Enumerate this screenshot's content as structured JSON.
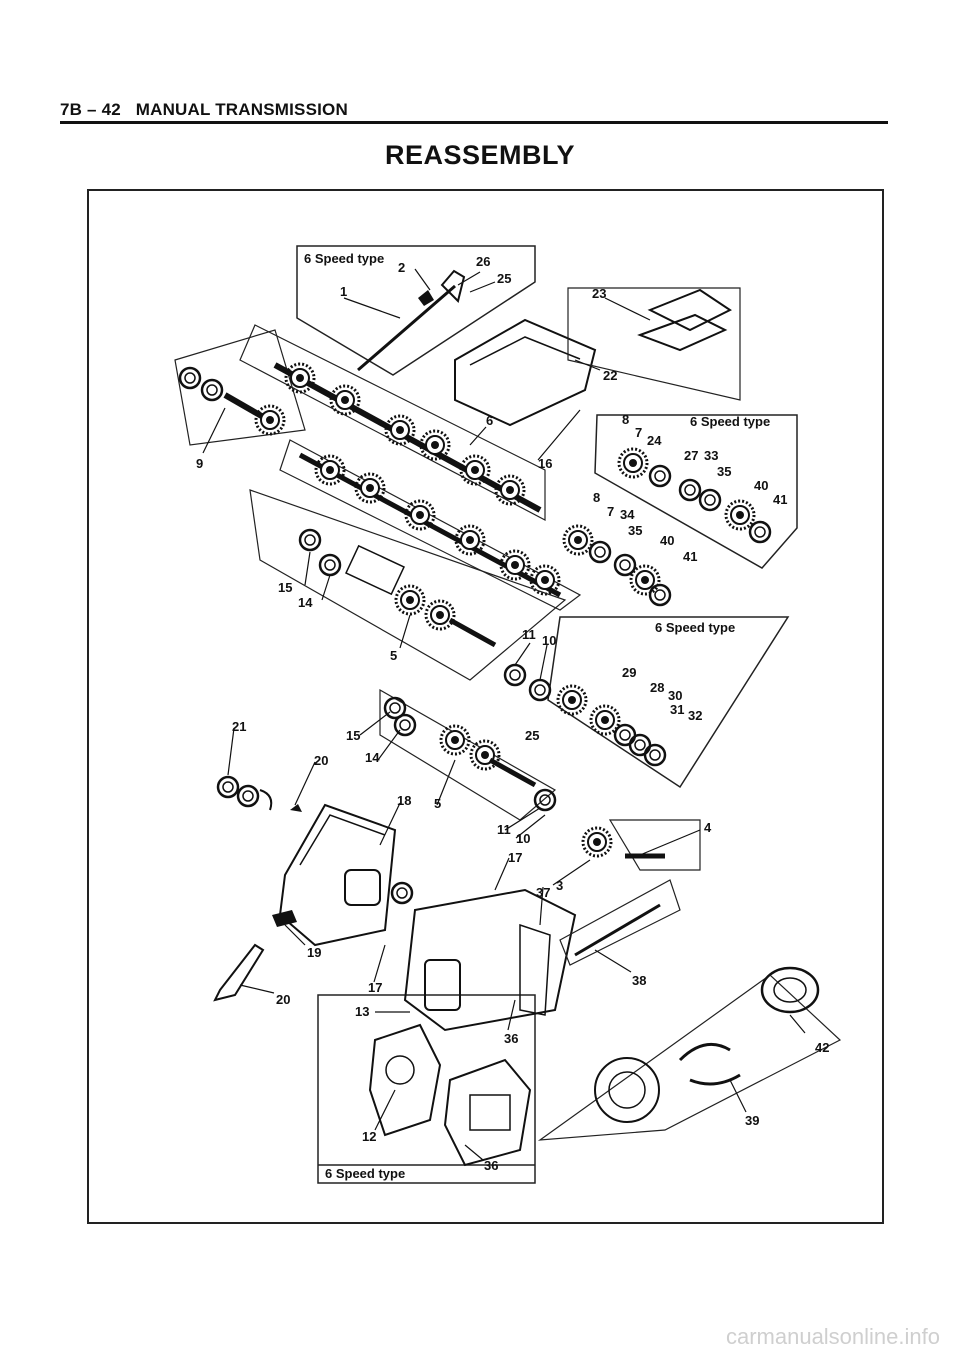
{
  "header": {
    "section": "7B – 42",
    "title": "MANUAL TRANSMISSION"
  },
  "page_title": "REASSEMBLY",
  "boxes": {
    "a": "6 Speed type",
    "b": "6 Speed type",
    "c": "6 Speed type",
    "d": "6 Speed type"
  },
  "callouts": {
    "c1": "1",
    "c2": "2",
    "c26": "26",
    "c25": "25",
    "c23": "23",
    "c22": "22",
    "c6": "6",
    "c16": "16",
    "c9": "9",
    "c8": "8",
    "c7": "7",
    "c24": "24",
    "c27": "27",
    "c33": "33",
    "c35": "35",
    "c40": "40",
    "c41": "41",
    "c8b": "8",
    "c7b": "7",
    "c34": "34",
    "c35b": "35",
    "c40b": "40",
    "c41b": "41",
    "c15": "15",
    "c14": "14",
    "c5": "5",
    "c11": "11",
    "c10": "10",
    "c29": "29",
    "c28": "28",
    "c30": "30",
    "c31": "31",
    "c32": "32",
    "c25b": "25",
    "c21": "21",
    "c20": "20",
    "c15b": "15",
    "c14b": "14",
    "c18": "18",
    "c5b": "5",
    "c11b": "11",
    "c10b": "10",
    "c17": "17",
    "c37": "37",
    "c3": "3",
    "c4": "4",
    "c19": "19",
    "c17b": "17",
    "c38": "38",
    "c20b": "20",
    "c13": "13",
    "c36": "36",
    "c42": "42",
    "c39": "39",
    "c12": "12",
    "c36b": "36"
  },
  "watermark": "carmanualsonline.info"
}
